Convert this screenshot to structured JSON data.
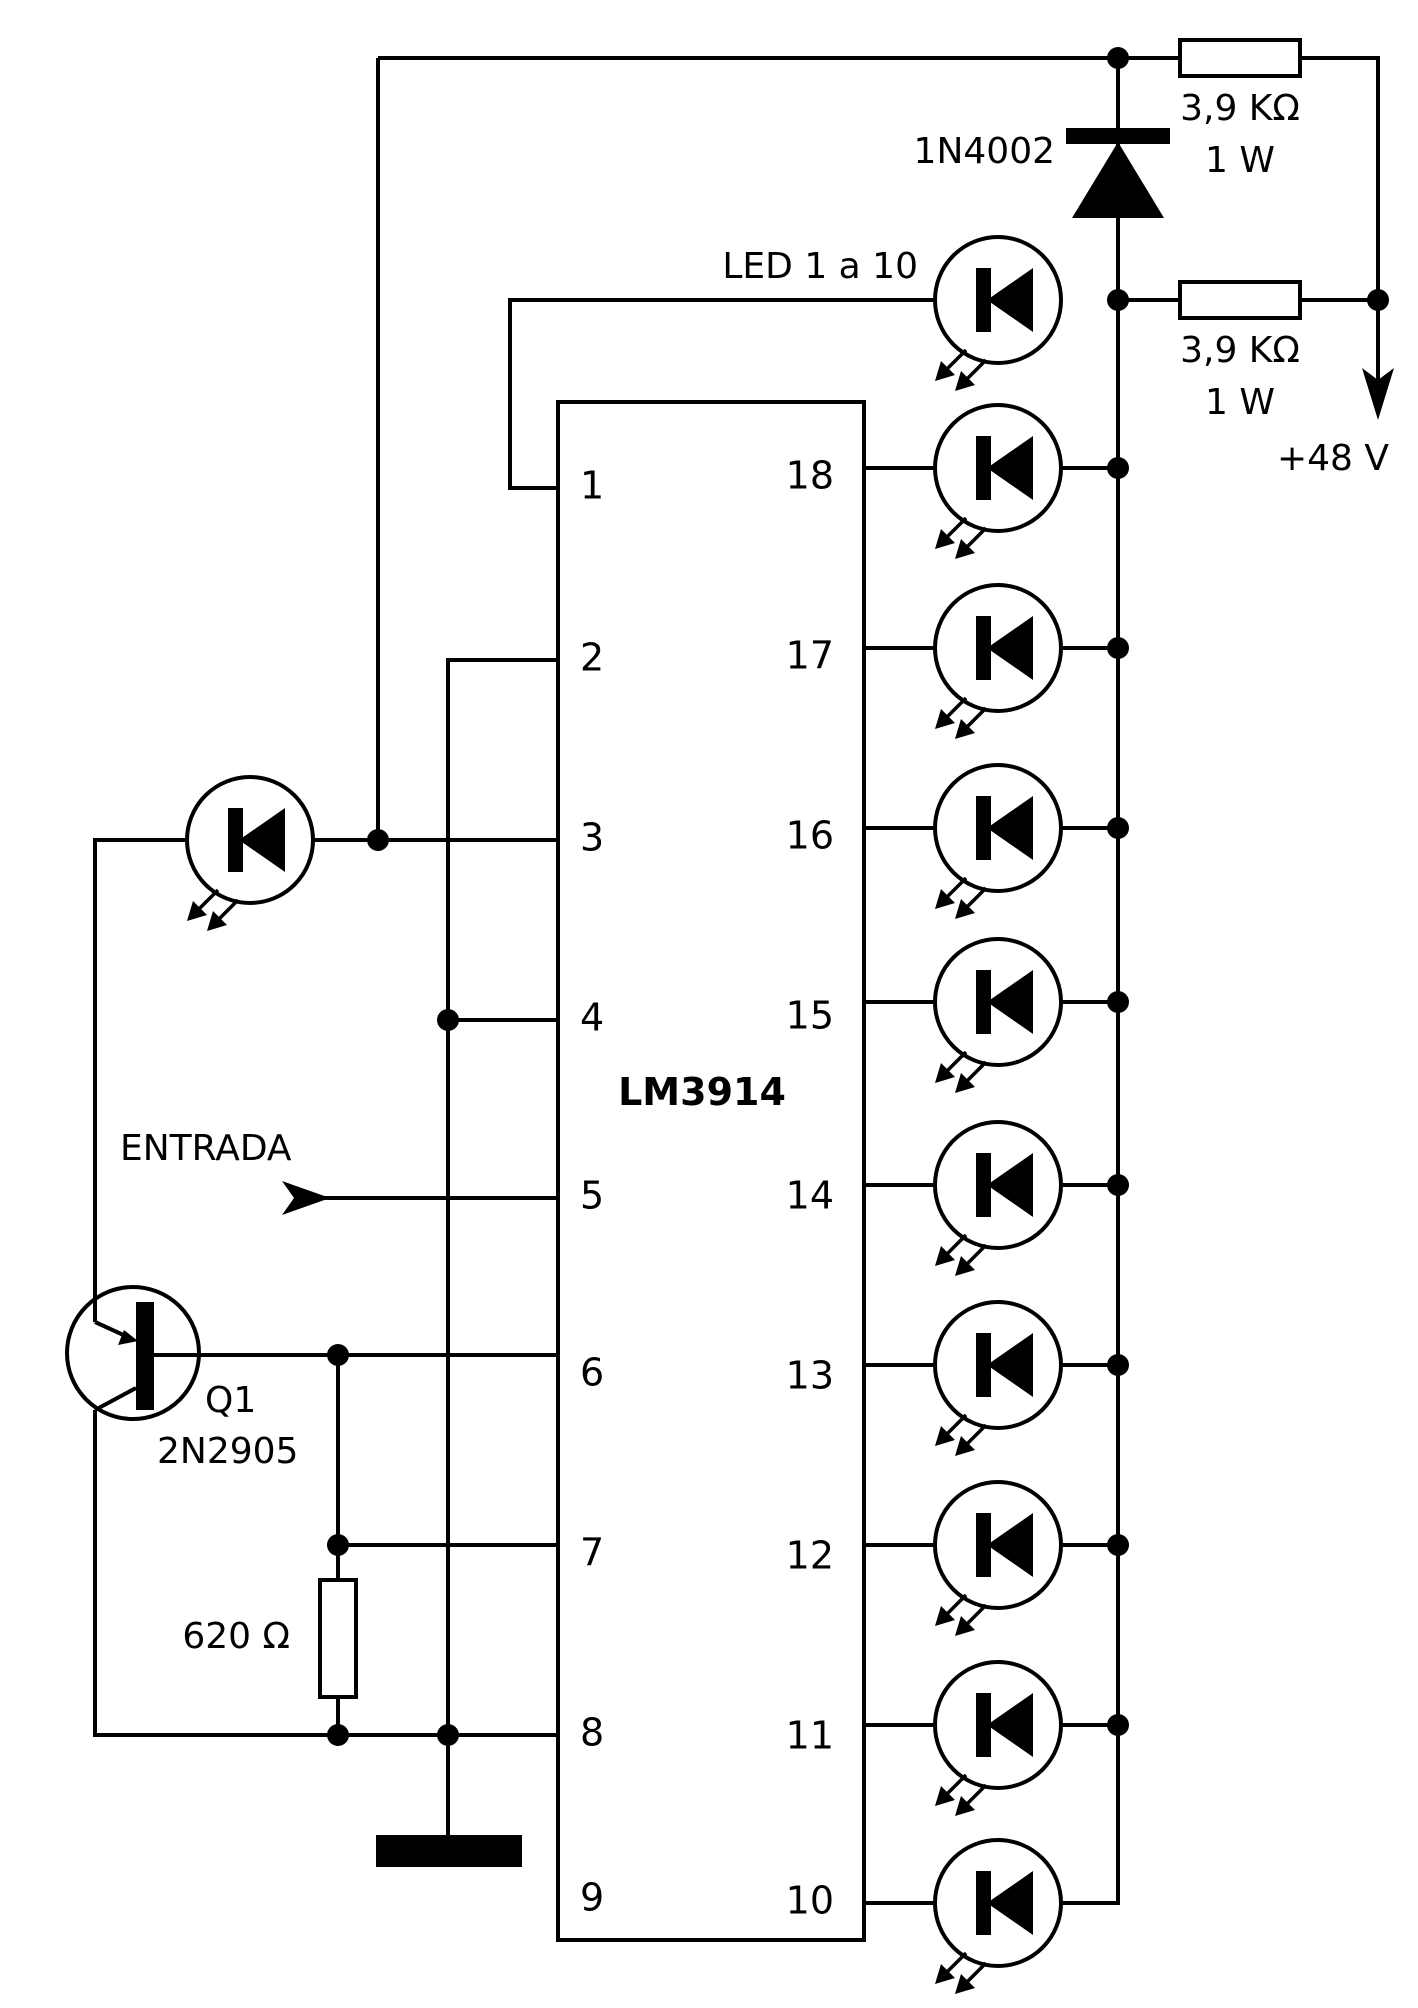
{
  "ic": {
    "name": "LM3914",
    "left_pins": [
      "1",
      "2",
      "3",
      "4",
      "5",
      "6",
      "7",
      "8",
      "9"
    ],
    "right_pins": [
      "18",
      "17",
      "16",
      "15",
      "14",
      "13",
      "12",
      "11",
      "10"
    ]
  },
  "labels": {
    "diode": "1N4002",
    "r_top_value": "3,9 KΩ",
    "r_top_power": "1 W",
    "r_mid_value": "3,9 KΩ",
    "r_mid_power": "1 W",
    "supply": "+48 V",
    "led_bar": "LED 1 a 10",
    "input": "ENTRADA",
    "transistor_ref": "Q1",
    "transistor_part": "2N2905",
    "r_bottom": "620 Ω"
  },
  "colors": {
    "ink": "#000000",
    "background": "#ffffff"
  }
}
